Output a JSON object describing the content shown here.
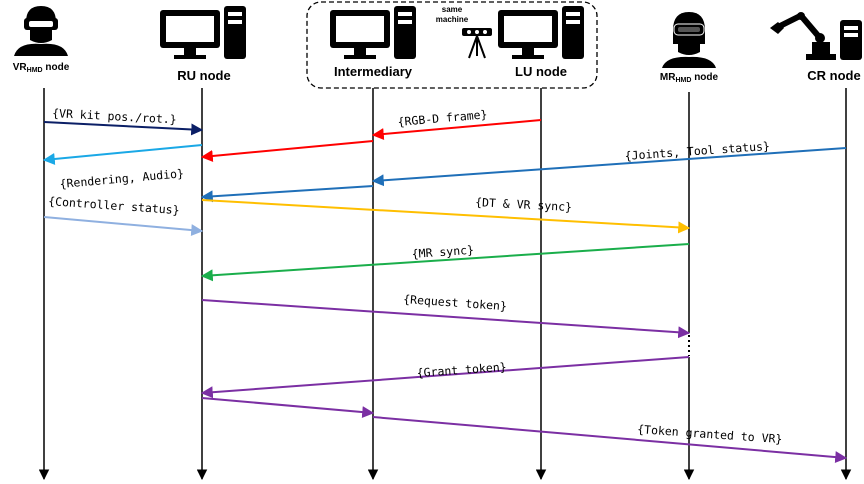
{
  "nodes": {
    "vr": {
      "label": "VR",
      "sub": "HMD",
      "suffix": " node"
    },
    "ru": {
      "label": "RU node"
    },
    "intermediary": {
      "label": "Intermediary"
    },
    "lu": {
      "label": "LU node"
    },
    "mr": {
      "label": "MR",
      "sub": "HMD",
      "suffix": " node"
    },
    "cr": {
      "label": "CR node"
    }
  },
  "group": {
    "note_line1": "same",
    "note_line2": "machine"
  },
  "messages": [
    {
      "label": "{VR kit pos./rot.}",
      "color": "#0b1f66"
    },
    {
      "label": "{RGB-D frame}",
      "color": "#ff0000"
    },
    {
      "label": "{Joints, Tool status}",
      "color": "#1f6fb8"
    },
    {
      "label": "{Rendering, Audio}",
      "color": "#1aa8e6"
    },
    {
      "label": "{Controller status}",
      "color": "#8fb0e0"
    },
    {
      "label": "{DT & VR sync}",
      "color": "#ffbf00"
    },
    {
      "label": "{MR sync}",
      "color": "#1aae4b"
    },
    {
      "label": "{Request token}",
      "color": "#7b2fa3"
    },
    {
      "label": "{Grant token}",
      "color": "#7b2fa3"
    },
    {
      "label": "{Token granted to VR}",
      "color": "#7b2fa3"
    }
  ]
}
